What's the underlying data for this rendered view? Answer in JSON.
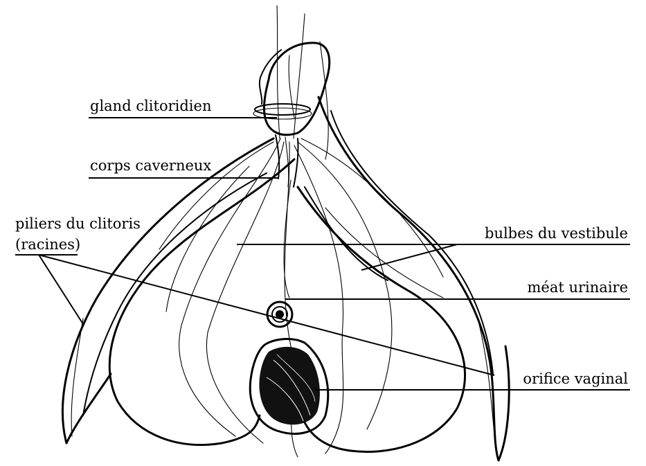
{
  "labels": {
    "glans": "gland clitoridien",
    "corpus": "corps caverneux",
    "crura_line1": "piliers du clitoris",
    "crura_line2": "(racines)",
    "bulbs": "bulbes du vestibule",
    "meatus": "méat urinaire",
    "vaginal": "orifice vaginal"
  },
  "colors": {
    "ink": "#000000",
    "paper": "#ffffff"
  }
}
